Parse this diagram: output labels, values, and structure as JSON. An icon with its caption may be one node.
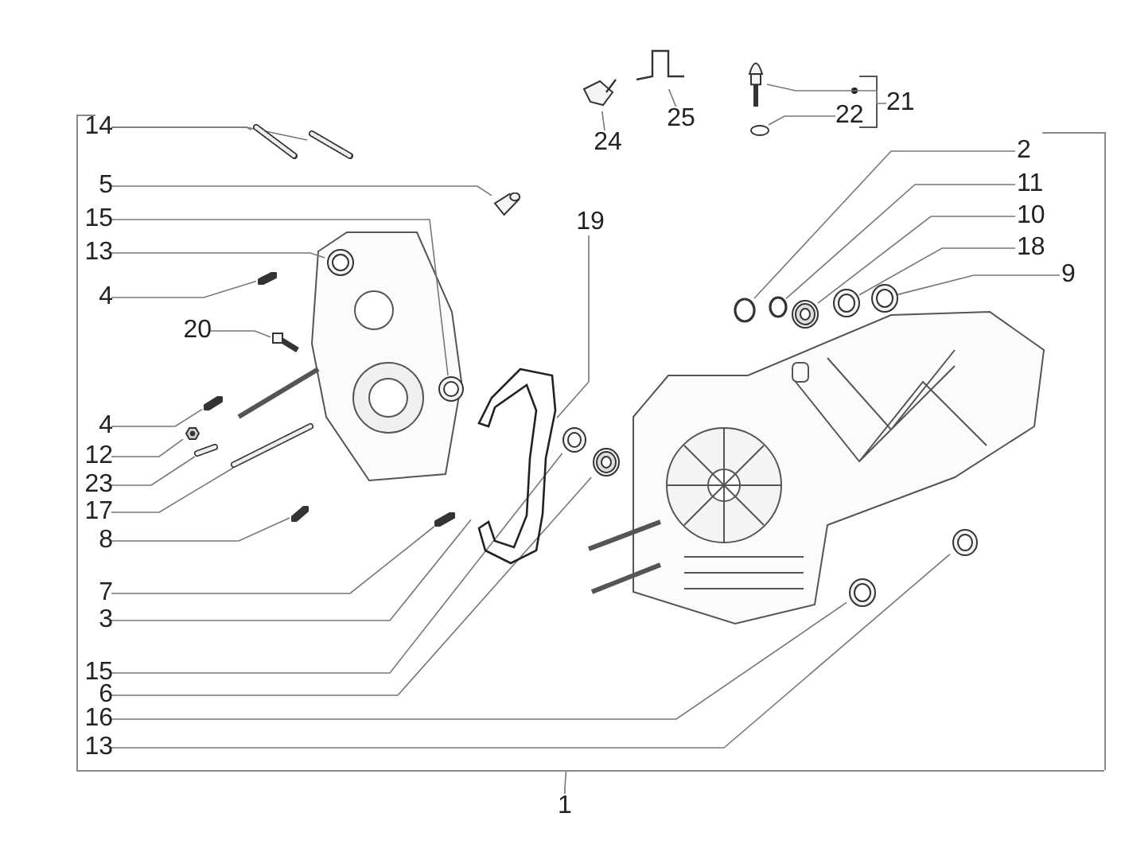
{
  "diagram": {
    "nodes": [
      {
        "text": [
          "14"
        ],
        "in": 55
      },
      {
        "text": [
          "5"
        ],
        "in": 55
      },
      {
        "text": [
          "15"
        ],
        "in": 55
      },
      {
        "text": [
          "13"
        ],
        "in": 55
      },
      {
        "text": [
          "4"
        ],
        "in": 55
      },
      {
        "text": [
          "20"
        ],
        "in": 55
      },
      {
        "text": [
          "4"
        ],
        "in": 55
      },
      {
        "text": [
          "12"
        ],
        "in": 55
      },
      {
        "text": [
          "23"
        ],
        "in": 55
      },
      {
        "text": [
          "17"
        ],
        "in": 55
      },
      {
        "text": [
          "8"
        ],
        "in": 55
      },
      {
        "text": [
          "7"
        ],
        "in": 55
      },
      {
        "text": [
          "3"
        ],
        "in": 55
      },
      {
        "text": [
          "15"
        ],
        "in": 55
      },
      {
        "text": [
          "6"
        ],
        "in": 55
      },
      {
        "text": [
          "16"
        ],
        "in": 55
      },
      {
        "text": [
          "13"
        ],
        "in": 55
      },
      {
        "text": [
          "19"
        ],
        "in": 55
      },
      {
        "text": [
          "2"
        ],
        "in": 55
      },
      {
        "text": [
          "11"
        ],
        "in": 55
      },
      {
        "text": [
          "10"
        ],
        "in": 55
      },
      {
        "text": [
          "18"
        ],
        "in": 55
      },
      {
        "text": [
          "9"
        ],
        "in": 55
      },
      {
        "text": [
          "24"
        ],
        "in": 55
      },
      {
        "text": [
          "25"
        ]
      },
      {
        "text": [
          "21"
        ]
      },
      {
        "text": [
          "22"
        ]
      },
      {
        "text": [
          "1"
        ]
      },
      {
        "text": [],
        "shape": "picture",
        "in": 55
      },
      {
        "text": [],
        "shape": "picture",
        "in": 55
      },
      {
        "text": [],
        "shape": "picture",
        "in": 55
      },
      {
        "text": [],
        "shape": "picture",
        "in": 55
      },
      {
        "text": [],
        "shape": "picture",
        "in": 55
      },
      {
        "text": [],
        "shape": "picture",
        "in": 55
      },
      {
        "text": [],
        "shape": "picture",
        "in": 55
      },
      {
        "text": [],
        "shape": "picture",
        "in": 55
      },
      {
        "text": [],
        "shape": "picture",
        "in": 55
      },
      {
        "text": [],
        "shape": "picture",
        "in": 55
      },
      {
        "text": [],
        "shape": "picture",
        "in": 55
      },
      {
        "text": [],
        "shape": "picture",
        "in": 55
      },
      {
        "text": [],
        "shape": "picture",
        "in": 55
      },
      {
        "text": [],
        "shape": "picture",
        "in": 55
      },
      {
        "text": [],
        "shape": "picture",
        "in": 55
      },
      {
        "text": [],
        "shape": "picture",
        "in": 55
      },
      {
        "text": [],
        "shape": "picture",
        "in": 55
      },
      {
        "text": [],
        "shape": "picture",
        "in": 55
      },
      {
        "text": [],
        "shape": "circle",
        "in": 55
      },
      {
        "text": [],
        "shape": "circle",
        "in": 55
      },
      {
        "text": [],
        "shape": "picture",
        "in": 55
      },
      {
        "text": [],
        "shape": "picture",
        "in": 55
      },
      {
        "text": [],
        "shape": "picture",
        "in": 55
      },
      {
        "text": [],
        "shape": "picture"
      },
      {
        "text": [],
        "shape": "picture"
      },
      {
        "text": [],
        "shape": "picture"
      },
      {
        "text": [],
        "shape": "circle",
        "in": 55
      },
      {
        "text": [],
        "shape": "box"
      }
    ],
    "edges": [
      {
        "from": 0,
        "to": 28,
        "arrow": "none"
      },
      {
        "from": 0,
        "to": 29,
        "arrow": "none"
      },
      {
        "from": 1,
        "to": 30,
        "arrow": "none"
      },
      {
        "from": 2,
        "to": 31,
        "arrow": "none"
      },
      {
        "from": 3,
        "to": 32,
        "arrow": "none"
      },
      {
        "from": 4,
        "to": 33,
        "arrow": "none"
      },
      {
        "from": 5,
        "to": 34,
        "arrow": "none"
      },
      {
        "from": 6,
        "to": 35,
        "arrow": "none"
      },
      {
        "from": 7,
        "to": 36,
        "arrow": "none"
      },
      {
        "from": 8,
        "to": 37,
        "arrow": "none"
      },
      {
        "from": 9,
        "to": 38,
        "arrow": "none"
      },
      {
        "from": 10,
        "to": 39,
        "arrow": "none"
      },
      {
        "from": 11,
        "to": 40,
        "arrow": "none"
      },
      {
        "from": 12,
        "to": 41,
        "arrow": "none"
      },
      {
        "from": 13,
        "to": 42,
        "arrow": "none"
      },
      {
        "from": 14,
        "to": 43,
        "arrow": "none"
      },
      {
        "from": 15,
        "to": 44,
        "arrow": "none"
      },
      {
        "from": 16,
        "to": 45,
        "arrow": "none"
      },
      {
        "from": 17,
        "to": 41,
        "arrow": "none"
      },
      {
        "from": 18,
        "to": 46,
        "arrow": "none"
      },
      {
        "from": 19,
        "to": 47,
        "arrow": "none"
      },
      {
        "from": 20,
        "to": 48,
        "arrow": "none"
      },
      {
        "from": 21,
        "to": 49,
        "arrow": "none"
      },
      {
        "from": 22,
        "to": 50,
        "arrow": "none"
      },
      {
        "from": 23,
        "to": 51,
        "arrow": "none"
      },
      {
        "from": 24,
        "to": 52,
        "arrow": "none"
      },
      {
        "from": 25,
        "to": 53,
        "arrow": "none"
      },
      {
        "from": 26,
        "to": 54,
        "arrow": "none"
      },
      {
        "from": 27,
        "to": 55,
        "arrow": "none"
      }
    ]
  }
}
